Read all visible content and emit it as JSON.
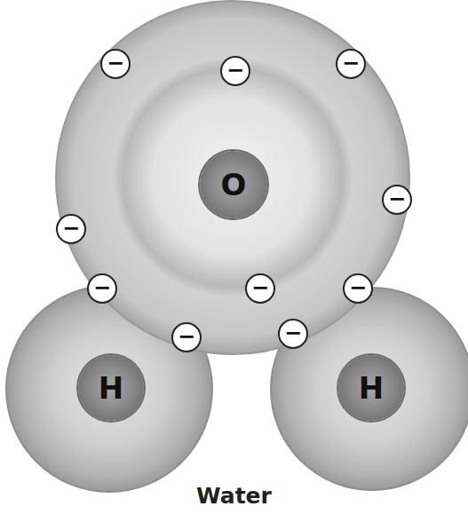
{
  "diagram": {
    "caption": "Water",
    "nodes": [
      {
        "text": [
          "O"
        ]
      },
      {
        "text": [
          "H"
        ]
      },
      {
        "text": [
          "H"
        ]
      }
    ],
    "labels": [
      "−",
      "−",
      "−",
      "−",
      "−",
      "−",
      "−",
      "−",
      "−",
      "−"
    ]
  }
}
